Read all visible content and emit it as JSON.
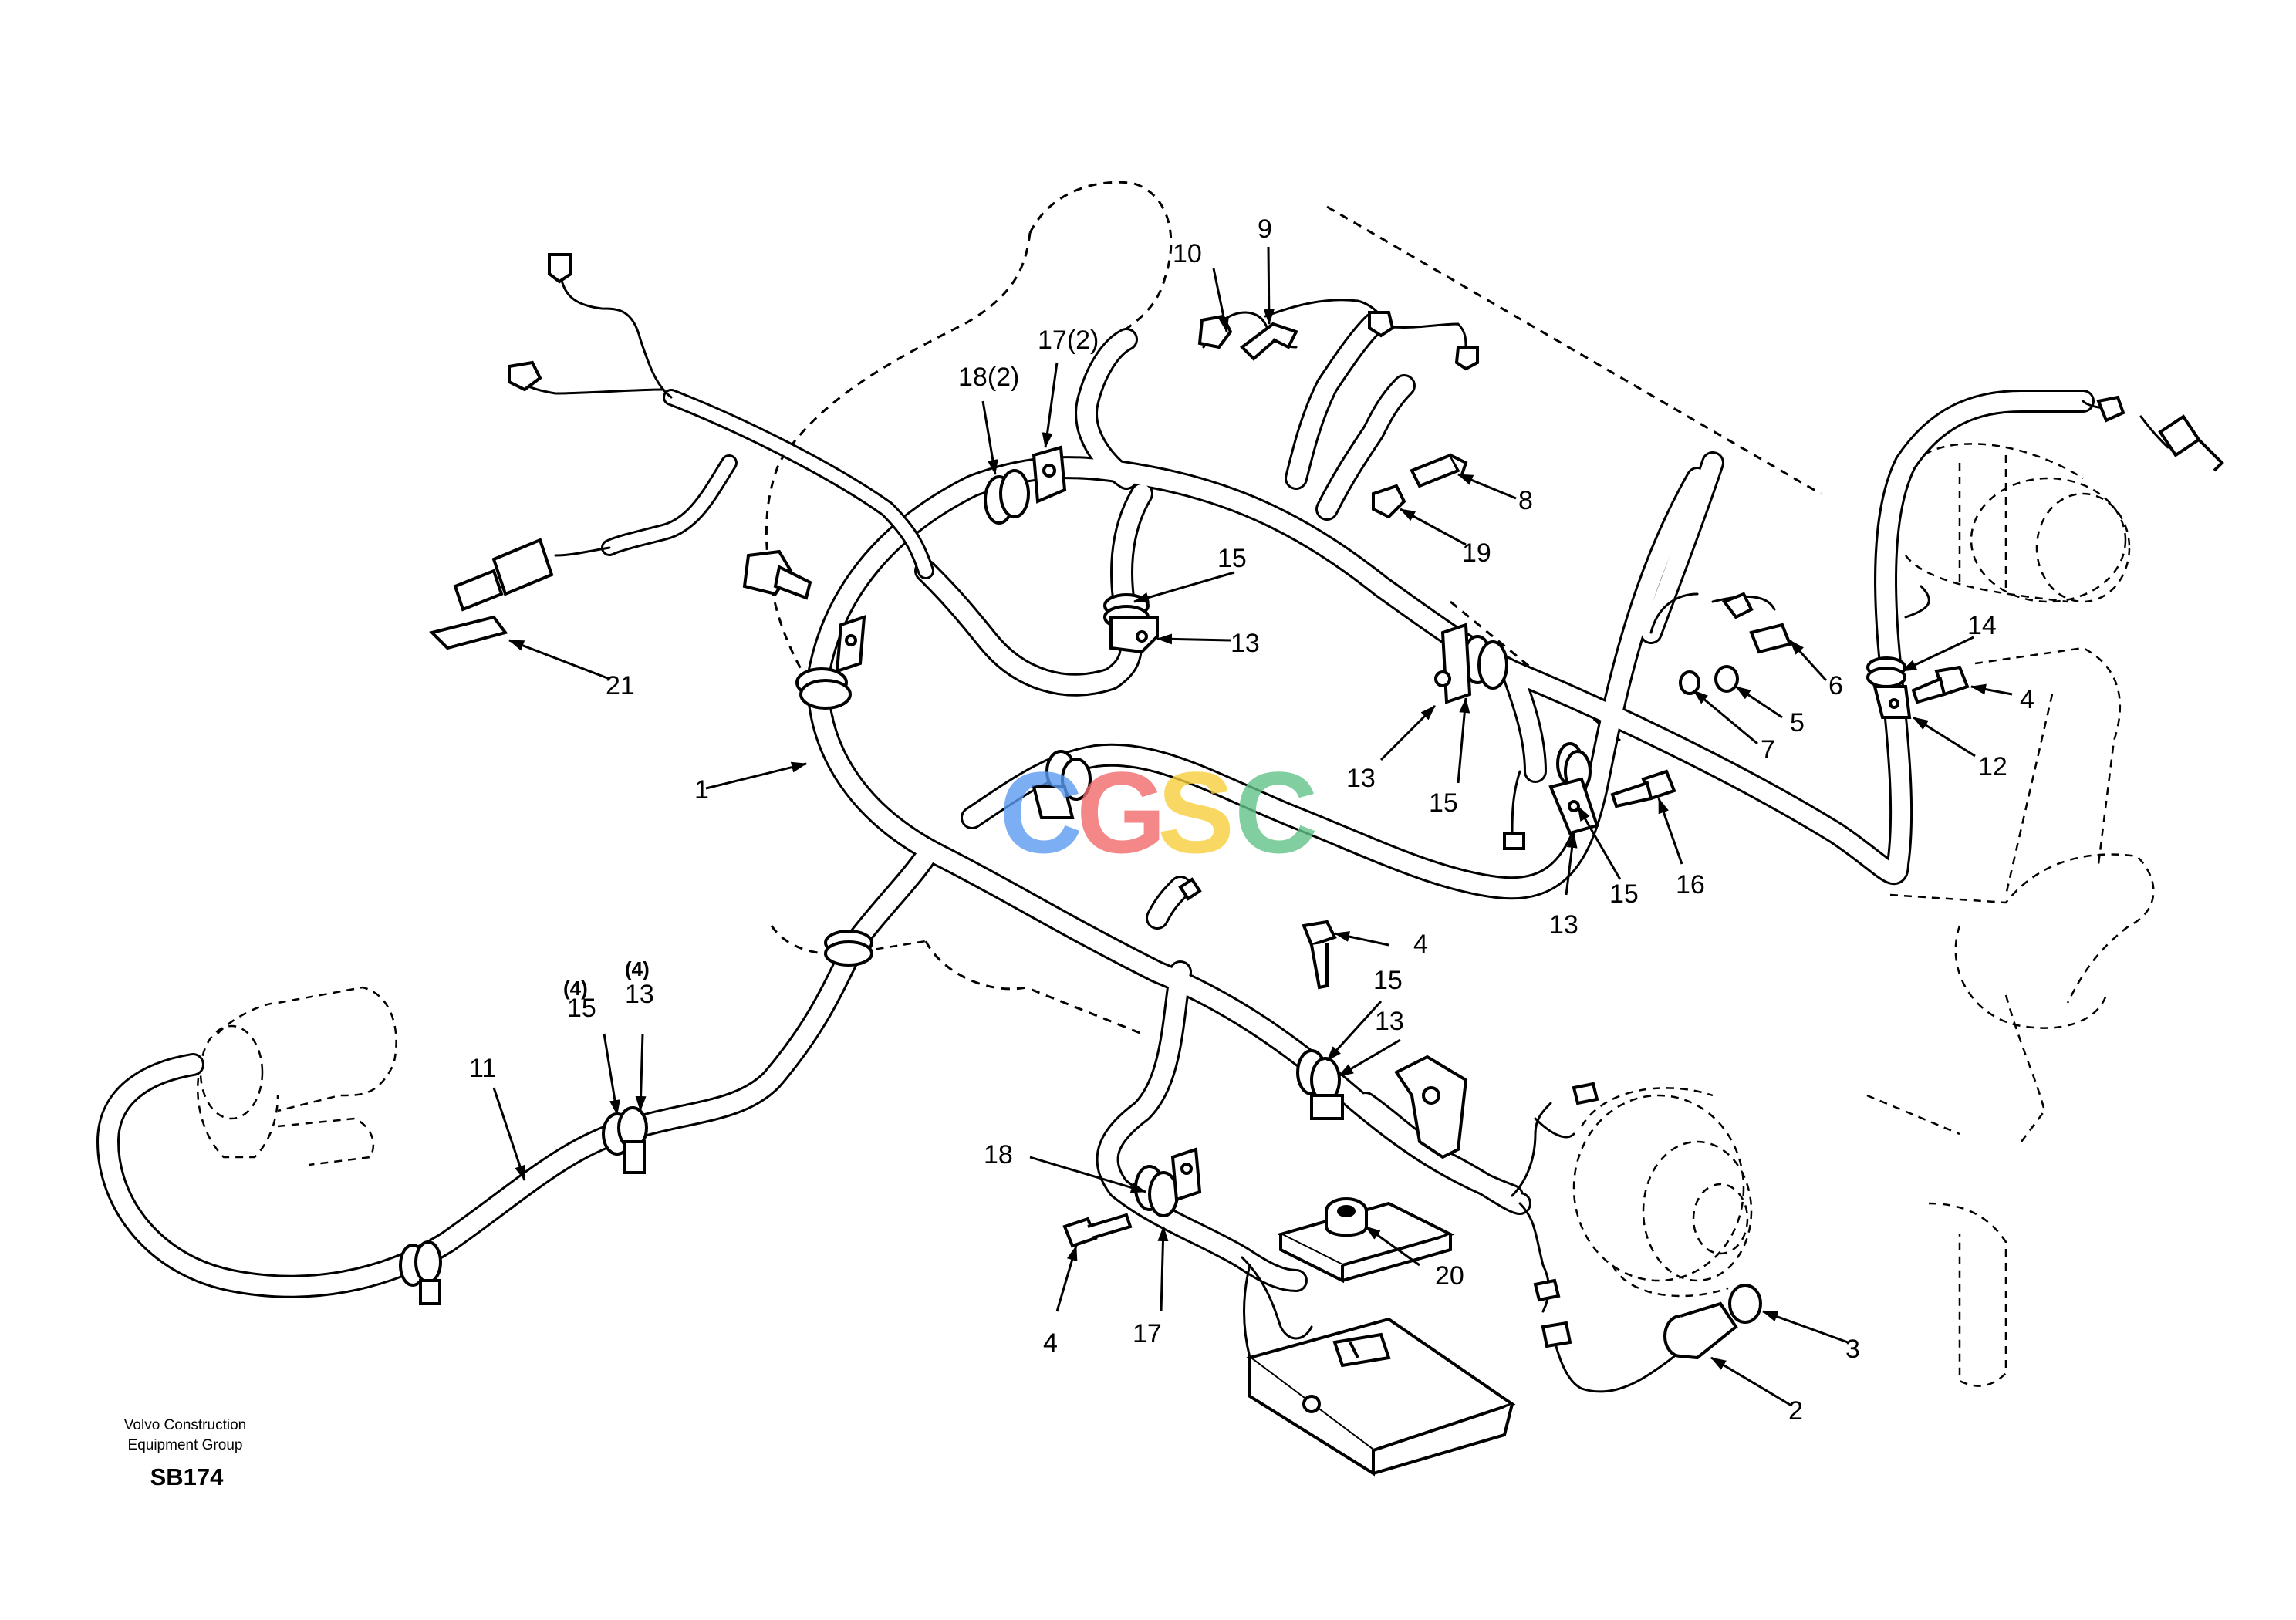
{
  "footer": {
    "line1": "Volvo Construction",
    "line2": "Equipment Group",
    "code": "SB174"
  },
  "watermark": {
    "letters": [
      "C",
      "G",
      "S",
      "C"
    ],
    "colors": [
      "#5b9bf0",
      "#f26a6a",
      "#f7cf3c",
      "#62c48a"
    ]
  },
  "callouts": {
    "c1": "1",
    "c2": "2",
    "c3": "3",
    "c4a": "4",
    "c4b": "4",
    "c4c": "4",
    "c5": "5",
    "c6": "6",
    "c7": "7",
    "c8": "8",
    "c9": "9",
    "c10": "10",
    "c11": "11",
    "c12": "12",
    "c13a": "13",
    "c13b": "13",
    "c13c": "13",
    "c13d": "13",
    "c13e": "13",
    "c14": "14",
    "c15a": "15",
    "c15b": "15",
    "c15c": "15",
    "c15d": "15",
    "c15e": "15",
    "c16": "16",
    "c17a": "17(2)",
    "c17b": "17",
    "c18a": "18(2)",
    "c18b": "18",
    "c19": "19",
    "c20": "20",
    "c21": "21",
    "q4a": "(4)",
    "q4b": "(4)"
  }
}
